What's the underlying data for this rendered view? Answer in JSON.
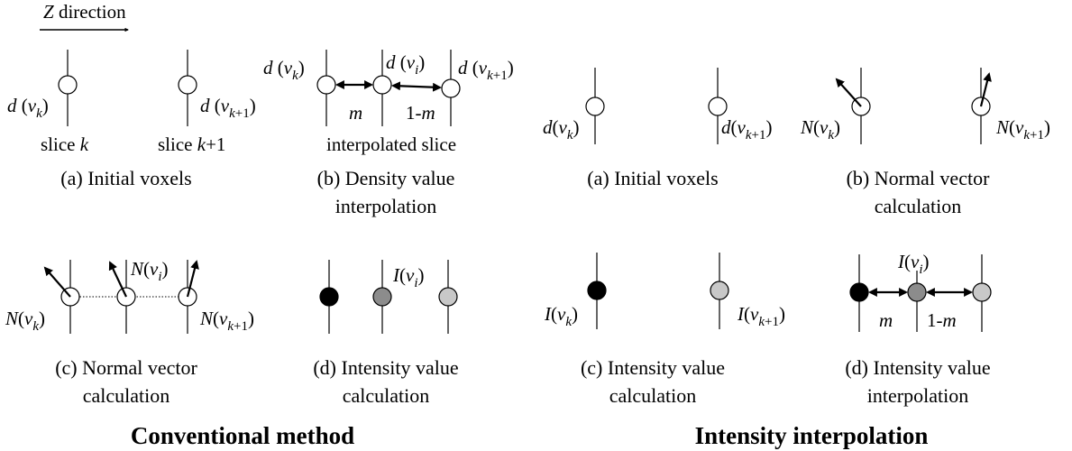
{
  "direction_label": "Z direction",
  "colors": {
    "empty": "#ffffff",
    "black": "#000000",
    "mid_gray": "#8c8c8c",
    "light_gray": "#c8c8c8"
  },
  "conventional": {
    "title": "Conventional method",
    "panel_a": {
      "caption": [
        "(a) Initial voxels"
      ],
      "label_left": "d (vk)",
      "label_right": "d (vk+1)",
      "slice_left": "slice k",
      "slice_right": "slice k+1"
    },
    "panel_b": {
      "caption": [
        "(b) Density value",
        "interpolation"
      ],
      "label_left": "d (vk)",
      "label_mid": "d (vi)",
      "label_right": "d (vk+1)",
      "weight_left": "m",
      "weight_right": "1-m",
      "slice_label": "interpolated slice"
    },
    "panel_c": {
      "caption": [
        "(c) Normal vector",
        "calculation"
      ],
      "label_left": "N(vk)",
      "label_mid": "N(vi)",
      "label_right": "N(vk+1)"
    },
    "panel_d": {
      "caption": [
        "(d) Intensity value",
        "calculation"
      ],
      "label_mid": "I(vi)"
    }
  },
  "intensity": {
    "title": "Intensity interpolation",
    "panel_a": {
      "caption": [
        "(a) Initial voxels"
      ],
      "label_left": "d(vk)",
      "label_right": "d(vk+1)"
    },
    "panel_b": {
      "caption": [
        "(b) Normal vector",
        "calculation"
      ],
      "label_left": "N(vk)",
      "label_right": "N(vk+1)"
    },
    "panel_c": {
      "caption": [
        "(c) Intensity value",
        "calculation"
      ],
      "label_left": "I(vk)",
      "label_right": "I(vk+1)"
    },
    "panel_d": {
      "caption": [
        "(d) Intensity value",
        "interpolation"
      ],
      "label_mid": "I(vi)",
      "weight_left": "m",
      "weight_right": "1-m"
    }
  }
}
